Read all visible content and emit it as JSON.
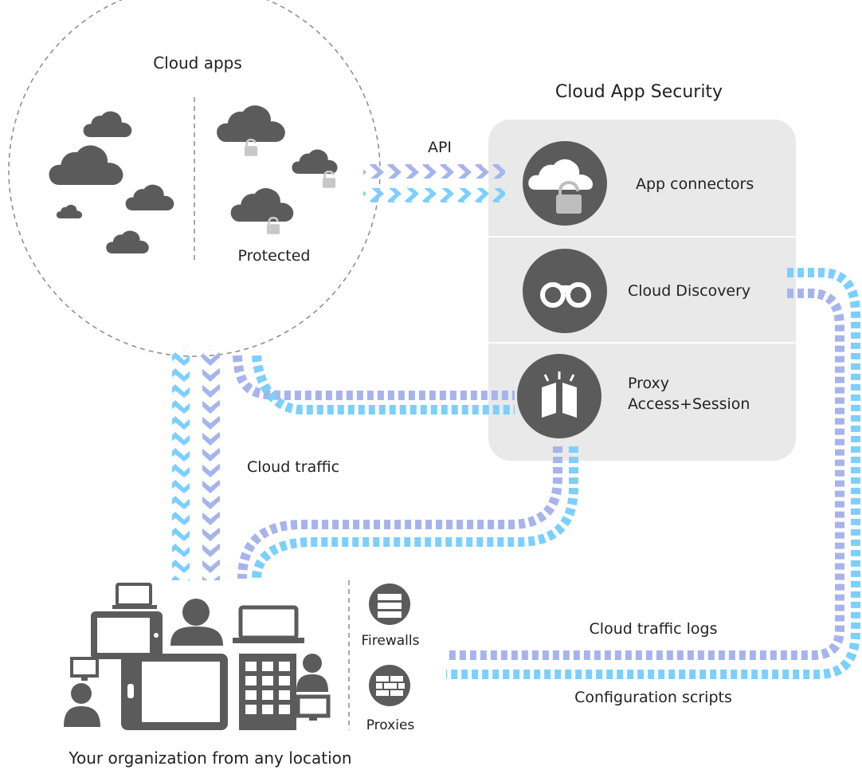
{
  "cloud_apps": {
    "title": "Cloud apps",
    "protected_label": "Protected"
  },
  "cas": {
    "title": "Cloud App Security",
    "api_label": "API",
    "app_connectors": "App connectors",
    "cloud_discovery": "Cloud Discovery",
    "proxy_line1": "Proxy",
    "proxy_line2": "Access+Session"
  },
  "traffic": {
    "cloud_traffic": "Cloud traffic",
    "cloud_traffic_logs": "Cloud traffic logs",
    "configuration_scripts": "Configuration scripts"
  },
  "org": {
    "caption": "Your organization from any location",
    "firewalls": "Firewalls",
    "proxies": "Proxies"
  },
  "colors": {
    "icon_dark": "#5b5b5b",
    "panel_bg": "#e9e9e9",
    "arrow_blue": "#7ccfff",
    "arrow_lavender": "#a7b4ec",
    "lock_gray": "#c8c8c8"
  },
  "icons": [
    "cloud-icon",
    "lock-icon",
    "binoculars-icon",
    "proxy-book-icon",
    "server-icon",
    "brick-wall-icon",
    "monitor-icon",
    "tablet-icon",
    "laptop-icon",
    "person-icon",
    "building-icon"
  ]
}
